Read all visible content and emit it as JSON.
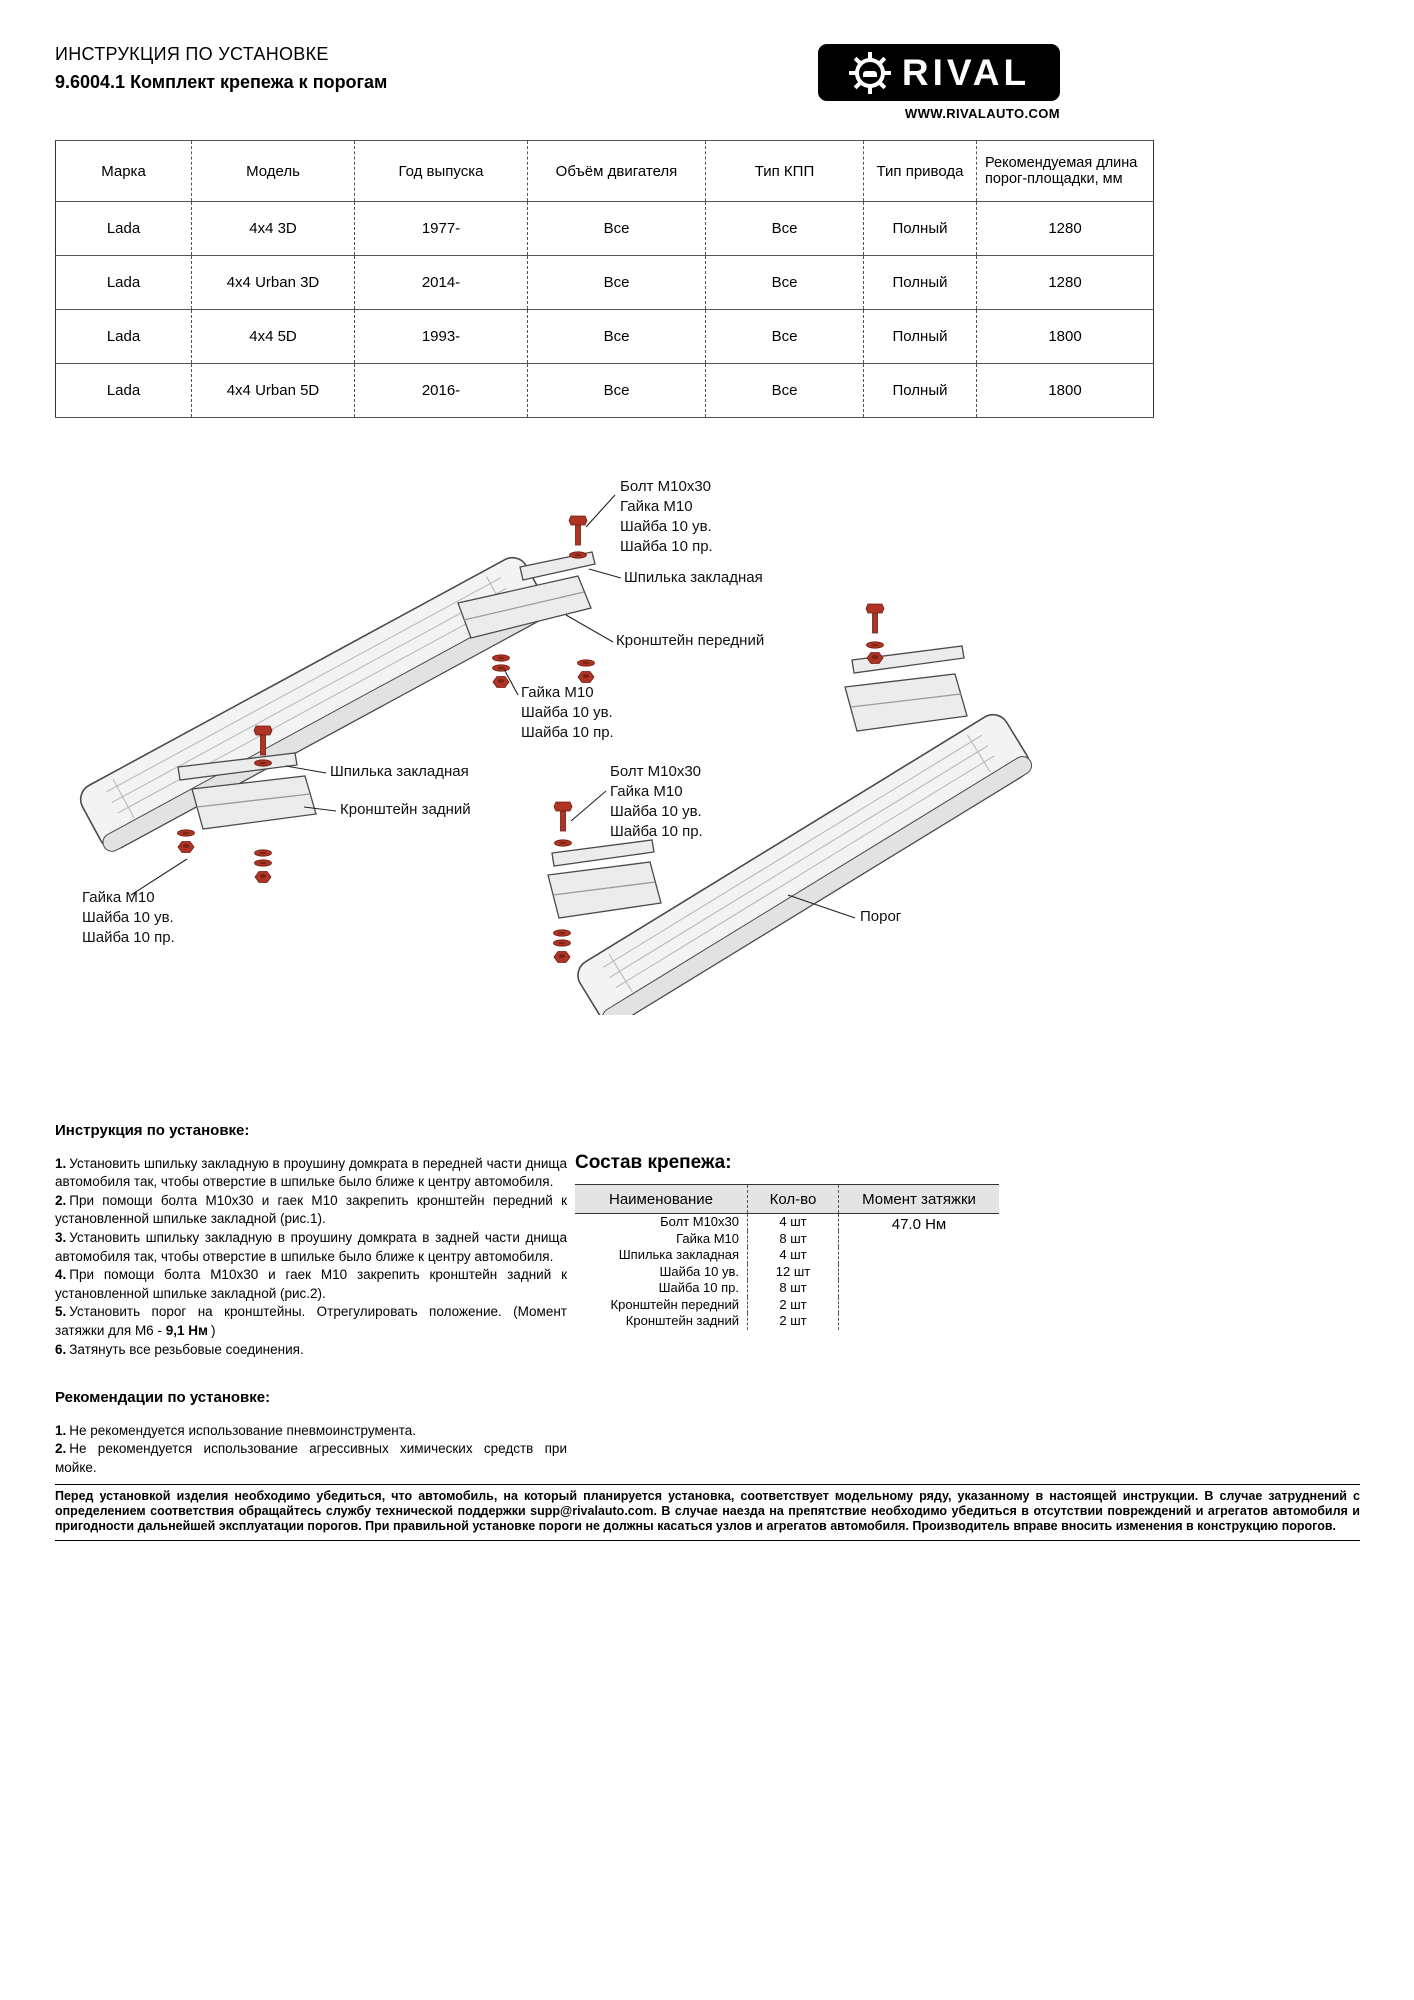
{
  "header": {
    "title_line1": "ИНСТРУКЦИЯ ПО УСТАНОВКЕ",
    "title_line2": "9.6004.1 Комплект крепежа к порогам",
    "brand": "RIVAL",
    "website": "WWW.RIVALAUTO.COM"
  },
  "spec_table": {
    "headers": [
      "Марка",
      "Модель",
      "Год выпуска",
      "Объём двигателя",
      "Тип КПП",
      "Тип привода",
      "Рекомендуемая длина порог-площадки, мм"
    ],
    "rows": [
      [
        "Lada",
        "4x4 3D",
        "1977-",
        "Все",
        "Все",
        "Полный",
        "1280"
      ],
      [
        "Lada",
        "4x4 Urban 3D",
        "2014-",
        "Все",
        "Все",
        "Полный",
        "1280"
      ],
      [
        "Lada",
        "4x4 5D",
        "1993-",
        "Все",
        "Все",
        "Полный",
        "1800"
      ],
      [
        "Lada",
        "4x4 Urban 5D",
        "2016-",
        "Все",
        "Все",
        "Полный",
        "1800"
      ]
    ]
  },
  "diagram": {
    "labels": {
      "bolt_front": [
        "Болт М10х30",
        "Гайка М10",
        "Шайба 10 ув.",
        "Шайба 10 пр."
      ],
      "stud_front": "Шпилька закладная",
      "bracket_front": "Кронштейн передний",
      "nut_front": [
        "Гайка М10",
        "Шайба 10 ув.",
        "Шайба 10 пр."
      ],
      "stud_rear": "Шпилька закладная",
      "bracket_rear": "Кронштейн задний",
      "bolt_rear": [
        "Болт М10х30",
        "Гайка М10",
        "Шайба 10 ув.",
        "Шайба 10 пр."
      ],
      "nut_rear": [
        "Гайка М10",
        "Шайба 10 ув.",
        "Шайба 10 пр."
      ],
      "sill": "Порог"
    }
  },
  "instructions": {
    "heading": "Инструкция по установке:",
    "items": [
      {
        "num": "1.",
        "text": "Установить шпильку закладную в проушину домкрата в передней части днища автомобиля так, чтобы отверстие в шпильке было ближе к центру автомобиля."
      },
      {
        "num": "2.",
        "text": "При помощи болта М10х30 и гаек М10 закрепить кронштейн передний к установленной шпильке закладной (рис.1)."
      },
      {
        "num": "3.",
        "text": "Установить шпильку закладную в проушину домкрата в задней части днища автомобиля так, чтобы отверстие в шпильке было ближе к центру автомобиля."
      },
      {
        "num": "4.",
        "text": "При помощи болта М10х30 и гаек М10 закрепить кронштейн задний к установленной шпильке закладной (рис.2)."
      },
      {
        "num": "5.",
        "text": "Установить порог на кронштейны. Отрегулировать положение.  (Момент затяжки для М6 - ",
        "bold": "9,1 Нм",
        "tail": ")"
      },
      {
        "num": "6.",
        "text": "Затянуть все резьбовые соединения."
      }
    ]
  },
  "recommendations": {
    "heading": "Рекомендации по установке:",
    "items": [
      {
        "num": "1.",
        "text": "Не рекомендуется использование пневмоинструмента."
      },
      {
        "num": "2.",
        "text": "Не рекомендуется использование агрессивных химических средств при мойке."
      }
    ]
  },
  "hardware": {
    "heading": "Состав крепежа:",
    "headers": [
      "Наименование",
      "Кол-во",
      "Момент затяжки"
    ],
    "torque": "47.0 Нм",
    "rows": [
      {
        "name": "Болт М10х30",
        "qty": "4 шт"
      },
      {
        "name": "Гайка М10",
        "qty": "8 шт"
      },
      {
        "name": "Шпилька закладная",
        "qty": "4 шт"
      },
      {
        "name": "Шайба 10 ув.",
        "qty": "12 шт"
      },
      {
        "name": "Шайба 10 пр.",
        "qty": "8 шт"
      },
      {
        "name": "Кронштейн передний",
        "qty": "2 шт"
      },
      {
        "name": "Кронштейн задний",
        "qty": "2 шт"
      }
    ]
  },
  "footer": {
    "text": "Перед установкой изделия необходимо убедиться, что автомобиль, на который планируется установка, соответствует модельному ряду, указанному в настоящей инструкции. В случае затруднений с определением соответствия обращайтесь службу технической поддержки supp@rivalauto.com. В случае наезда на препятствие необходимо убедиться в отсутствии повреждений и агрегатов автомобиля и пригодности дальнейшей эксплуатации порогов. При правильной установке пороги не должны касаться узлов и агрегатов автомобиля. Производитель вправе вносить изменения в конструкцию порогов."
  },
  "colors": {
    "logo_bg": "#000000",
    "table_header_bg": "#e4e4e4",
    "fastener_red": "#b03425"
  }
}
